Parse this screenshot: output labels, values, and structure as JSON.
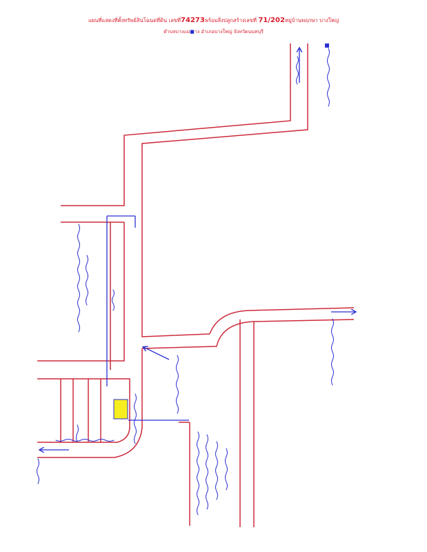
{
  "header": {
    "line1_a": "แผนที่แสดงที่ตั้งทรัพย์สินโฉนดที่ดิน เลขที่",
    "line1_b": "74273",
    "line1_c": "พร้อมสิ่งปลูกสร้างเลขที่",
    "line1_d": "71/202",
    "line1_e": "หมู่บ้านพฤกษา บางใหญ่",
    "line2_a": "ตำบลบางแม่",
    "line2_b": "าง อำเภอบางใหญ่ จังหวัดนนทบุรี"
  },
  "colors": {
    "road": "#cc2a3a",
    "ink": "#2a2fd0",
    "parcel_fill": "#f7ee20",
    "title": "#d81e2c"
  }
}
